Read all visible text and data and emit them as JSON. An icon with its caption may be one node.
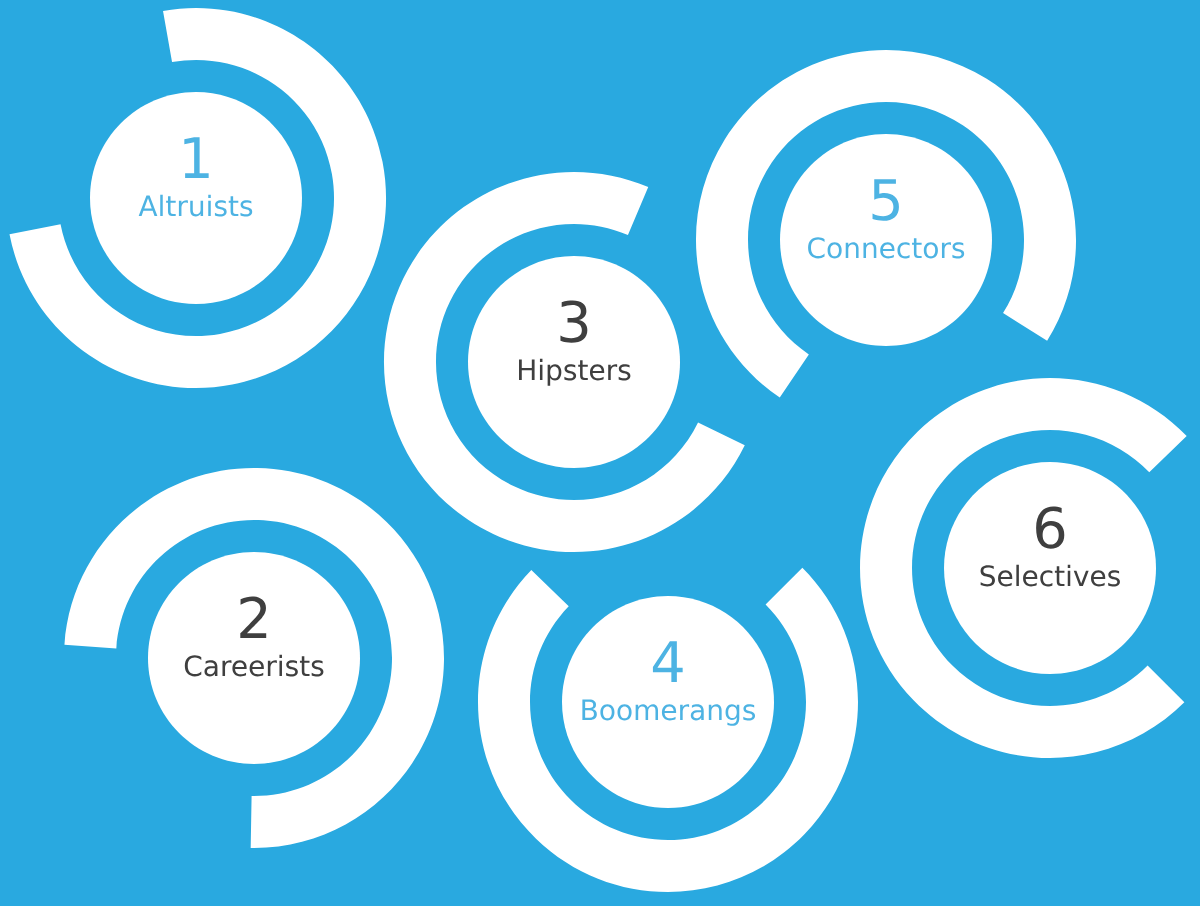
{
  "diagram": {
    "nodes": [
      {
        "text": [
          "1",
          "Altruists"
        ]
      },
      {
        "text": [
          "2",
          "Careerists"
        ]
      },
      {
        "text": [
          "3",
          "Hipsters"
        ]
      },
      {
        "text": [
          "4",
          "Boomerangs"
        ]
      },
      {
        "text": [
          "5",
          "Connectors"
        ]
      },
      {
        "text": [
          "6",
          "Selectives"
        ]
      }
    ]
  }
}
